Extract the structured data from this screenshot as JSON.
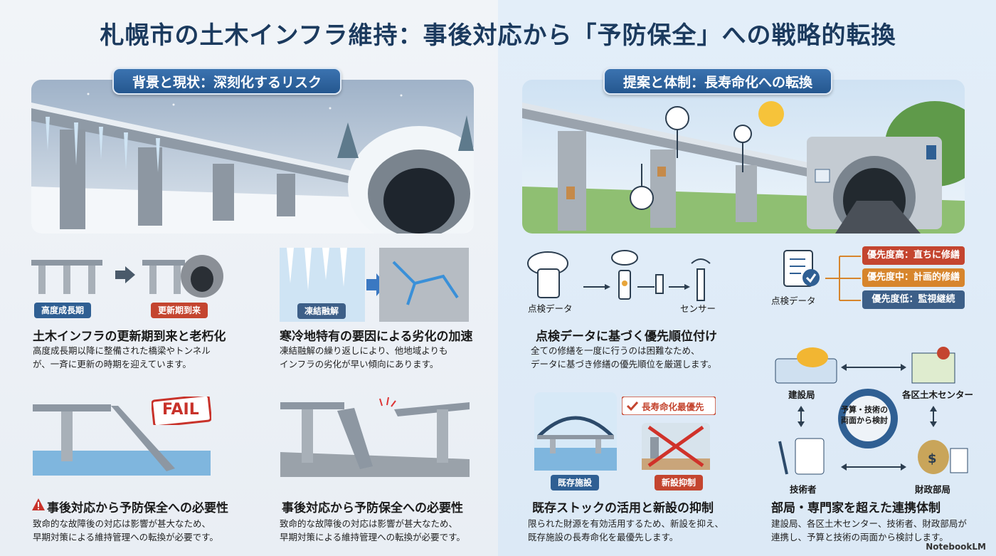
{
  "title": "札幌市の土木インフラ維持：事後対応から「予防保全」への戦略的転換",
  "left_section": {
    "header": "背景と現状：深刻化するリスク",
    "panel1": {
      "tag_before": "高度成長期",
      "tag_after": "更新期到来",
      "title": "土木インフラの更新期到来と老朽化",
      "text_line1": "高度成長期以降に整備された橋梁やトンネル",
      "text_line2": "が、一斉に更新の時期を迎えています。"
    },
    "panel2": {
      "tag": "凍結融解",
      "title": "寒冷地特有の要因による劣化の加速",
      "text_line1": "凍結融解の繰り返しにより、他地域よりも",
      "text_line2": "インフラの劣化が早い傾向にあります。"
    },
    "panel3": {
      "fail_label": "FAIL",
      "title": "事後対応から予防保全への必要性",
      "text_line1": "致命的な故障後の対応は影響が甚大なため、",
      "text_line2": "早期対策による維持管理への転換が必要です。"
    },
    "panel4": {
      "title": "事後対応から予防保全への必要性",
      "text_line1": "致命的な故障後の対応は影響が甚大なため、",
      "text_line2": "早期対策による維持管理への転換が必要です。"
    }
  },
  "right_section": {
    "header": "提案と体制：長寿命化への転換",
    "panel1": {
      "label_data": "点検データ",
      "label_sensor": "センサー",
      "title": "点検データに基づく優先順位付け",
      "text_line1": "全ての修繕を一度に行うのは困難なため、",
      "text_line2": "データに基づき修繕の優先順位を厳選します。"
    },
    "panel2": {
      "label_data": "点検データ",
      "priority_high": "優先度高：直ちに修繕",
      "priority_mid": "優先度中：計画的修繕",
      "priority_low": "優先度低：監視継続"
    },
    "panel3": {
      "badge": "長寿命化最優先",
      "tag_existing": "既存施設",
      "tag_new": "新設抑制",
      "title": "既存ストックの活用と新設の抑制",
      "text_line1": "限られた財源を有効活用するため、新設を抑え、",
      "text_line2": "既存施設の長寿命化を最優先します。"
    },
    "panel4": {
      "node_construction": "建設局",
      "node_center": "各区土木センター",
      "node_engineer": "技術者",
      "node_finance": "財政部局",
      "gear_text": "予算・技術の両面から検討",
      "title": "部局・専門家を超えた連携体制",
      "text_line1": "建設局、各区土木センター、技術者、財政部局が",
      "text_line2": "連携し、予算と技術の両面から検討します。"
    }
  },
  "watermark": "NotebookLM",
  "colors": {
    "primary_blue": "#2f5f93",
    "alert_red": "#c4452f",
    "priority_high": "#c4452f",
    "priority_mid": "#d7852c",
    "priority_low": "#3d5f88"
  }
}
